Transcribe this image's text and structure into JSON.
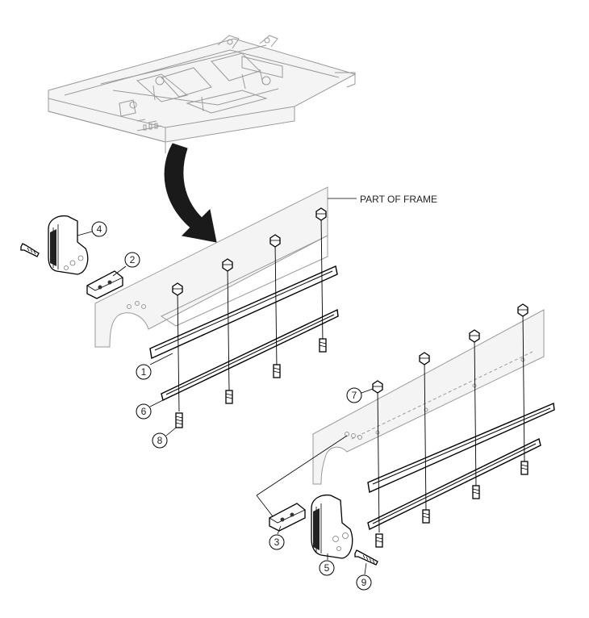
{
  "labels": {
    "frame": "PART OF FRAME"
  },
  "callouts": [
    {
      "id": "c1",
      "number": "1"
    },
    {
      "id": "c2",
      "number": "2"
    },
    {
      "id": "c3",
      "number": "3"
    },
    {
      "id": "c4",
      "number": "4"
    },
    {
      "id": "c5",
      "number": "5"
    },
    {
      "id": "c6",
      "number": "6"
    },
    {
      "id": "c7",
      "number": "7"
    },
    {
      "id": "c8",
      "number": "8"
    },
    {
      "id": "c9",
      "number": "9"
    }
  ]
}
